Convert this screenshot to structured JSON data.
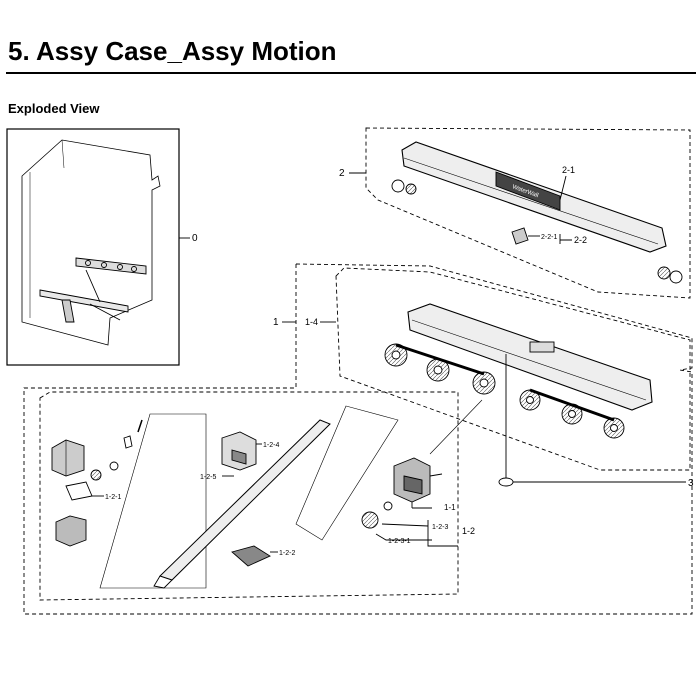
{
  "page": {
    "title": "5.  Assy Case_Assy Motion",
    "subtitle": "Exploded View"
  },
  "diagram": {
    "part_labels": {
      "p0": "0",
      "p1": "1",
      "p1_1": "1-1",
      "p1_2": "1-2",
      "p1_2_1": "1-2-1",
      "p1_2_2": "1-2-2",
      "p1_2_3": "1-2-3",
      "p1_2_3_1": "1-2-3-1",
      "p1_2_4": "1-2-4",
      "p1_2_5": "1-2-5",
      "p1_4": "1-4",
      "p2": "2",
      "p2_1": "2-1",
      "p2_2": "2-2",
      "p2_2_1": "2-2-1",
      "p3": "3"
    },
    "brand_text": "WaterWall"
  }
}
